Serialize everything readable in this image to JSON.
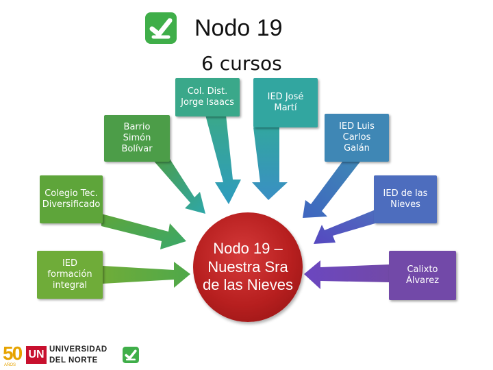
{
  "header": {
    "title": "Nodo 19",
    "subtitle": "6 cursos"
  },
  "center": {
    "label": "Nodo 19 –\nNuestra Sra\nde las Nieves",
    "color": "#b71f1f"
  },
  "nodes": [
    {
      "id": "col-dist",
      "label": "Col. Dist.\nJorge Isaacs",
      "color": "#3aa88a"
    },
    {
      "id": "ied-jose",
      "label": "IED José\nMartí",
      "color": "#32a6a0"
    },
    {
      "id": "barrio",
      "label": "Barrio\nSimón\nBolívar",
      "color": "#4c9d48"
    },
    {
      "id": "ied-luis",
      "label": "IED Luis\nCarlos\nGalán",
      "color": "#3f87b5"
    },
    {
      "id": "colegio-tec",
      "label": "Colegio Tec.\nDiversificado",
      "color": "#5ea53a"
    },
    {
      "id": "ied-nieves",
      "label": "IED de las\nNieves",
      "color": "#4d6dbe"
    },
    {
      "id": "ied-formacion",
      "label": "IED\nformación\nintegral",
      "color": "#6fac39"
    },
    {
      "id": "calixto",
      "label": "Calixto\nÁlvarez",
      "color": "#7249a8"
    }
  ],
  "footer": {
    "anniversary": "50",
    "anniversary_sub": "AÑOS",
    "university_mark": "UN",
    "university_name": "UNIVERSIDAD\nDEL   NORTE"
  },
  "icons": {
    "top_logo": "checkmark-logo-icon",
    "bottom_logo": "checkmark-logo-icon",
    "logo_color": "#3fae49"
  }
}
